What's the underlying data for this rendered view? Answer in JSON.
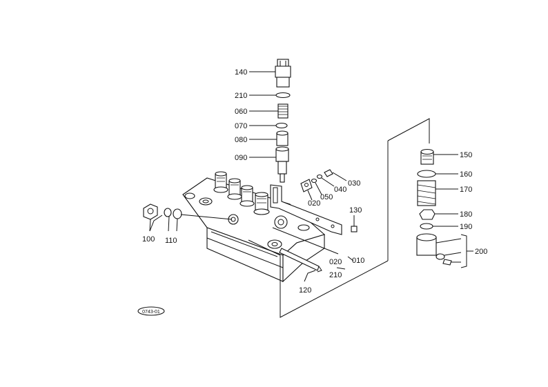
{
  "diagram": {
    "stamp": "0743-01",
    "parts": {
      "p140": "140",
      "p210a": "210",
      "p060": "060",
      "p070": "070",
      "p080": "080",
      "p090": "090",
      "p030": "030",
      "p040": "040",
      "p050": "050",
      "p020a": "020",
      "p130": "130",
      "p100": "100",
      "p110": "110",
      "p020b": "020",
      "p010": "010",
      "p210b": "210",
      "p120": "120",
      "p150": "150",
      "p160": "160",
      "p170": "170",
      "p180": "180",
      "p190": "190",
      "p200": "200"
    }
  }
}
